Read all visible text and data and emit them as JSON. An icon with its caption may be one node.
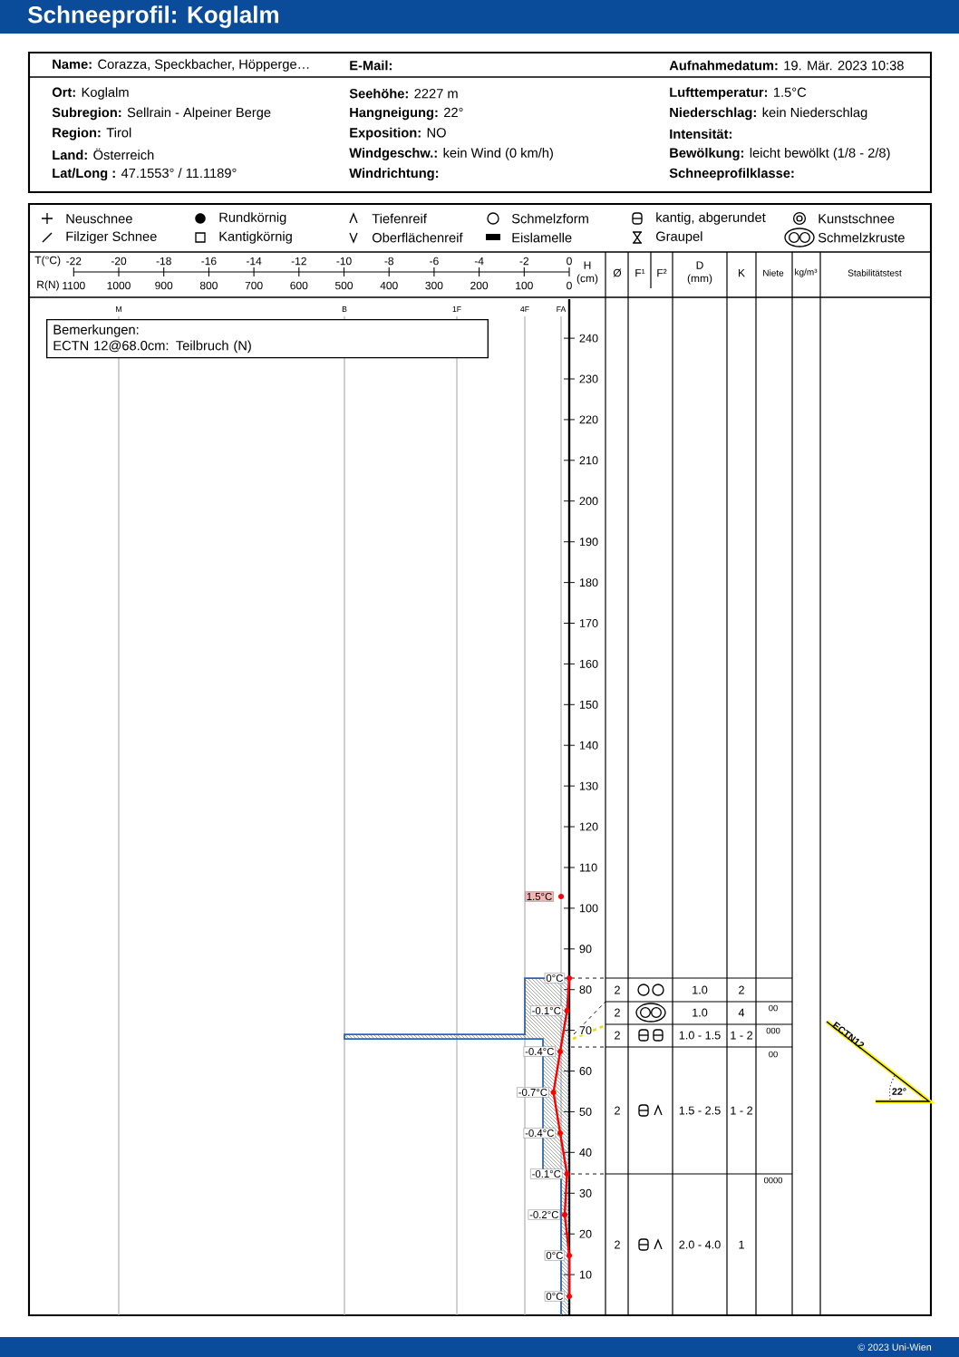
{
  "diagram": {
    "title": "Schneeprofil: Koglalm",
    "nodes": [
      {
        "text": [
          "Bemerkungen:",
          "ECTN 12@68.0cm: Teilbruch (N)"
        ]
      }
    ],
    "labels": [
      "**Name:** Corazza, Speckbacher, Höpperge…",
      "E-Mail:",
      "**Aufnahmedatum:** 19. Mär. 2023 10:38",
      "**Ort:** Koglalm",
      "**Subregion:** Sellrain - Alpeiner Berge",
      "**Region:** Tirol",
      "**Land:** Österreich",
      "**Lat/Long :** 47.1553° / 11.1189°",
      "**Seehöhe:** 2227 m",
      "**Hangneigung:** 22°",
      "**Exposition:** NO",
      "**Windgeschw.:** kein Wind (0 km/h)",
      "Windrichtung:",
      "**Lufttemperatur:** 1.5°C",
      "**Niederschlag:** kein Niederschlag",
      "Intensität:",
      "**Bewölkung:** leicht bewölkt (1/8 - 2/8)",
      "Schneeprofilklasse:",
      "T(°C)",
      "-22",
      "-20",
      "-18",
      "-16",
      "-14",
      "-12",
      "-10",
      "-8",
      "-6",
      "-4",
      "-2",
      "0",
      "R(N)",
      "1100",
      "1000",
      "900",
      "800",
      "700",
      "600",
      "500",
      "400",
      "300",
      "200",
      "100",
      "0",
      "H (cm)",
      "Ø",
      "F¹",
      "F²",
      "D (mm)",
      "K",
      "Niete",
      "kg/m³",
      "Stabilitätstest",
      "M",
      "B",
      "1F",
      "4F",
      "FA",
      "240",
      "230",
      "220",
      "210",
      "200",
      "190",
      "180",
      "170",
      "160",
      "150",
      "140",
      "130",
      "120",
      "110",
      "100",
      "90",
      "80",
      "70",
      "60",
      "50",
      "40",
      "30",
      "20",
      "10",
      "1.5°C",
      "0°C",
      "-0.1°C",
      "-0.4°C",
      "-0.7°C",
      "-0.4°C",
      "-0.1°C",
      "-0.2°C",
      "0°C",
      "0°C",
      "2",
      "1.0",
      "2",
      "2",
      "1.0",
      "4",
      "00",
      "2",
      "1.0 - 1.5",
      "1 - 2",
      "000",
      "00",
      "2",
      "1.5 - 2.5",
      "1 - 2",
      "0000",
      "2",
      "2.0 - 4.0",
      "1",
      "ECTN12",
      "22°",
      "© 2023 Uni-Wien"
    ],
    "legend": [
      {
        "text": "Neuschnee"
      },
      {
        "text": "Rundkörnig"
      },
      {
        "text": "Tiefenreif"
      },
      {
        "text": "Schmelzform"
      },
      {
        "text": "kantig, abgerundet"
      },
      {
        "text": "Kunstschnee"
      },
      {
        "text": "Filziger Schnee"
      },
      {
        "text": "Kantigkörnig"
      },
      {
        "text": "Oberflächenreif"
      },
      {
        "text": "Eislamelle"
      },
      {
        "text": "Graupel"
      },
      {
        "text": "Schmelzkruste"
      }
    ]
  }
}
